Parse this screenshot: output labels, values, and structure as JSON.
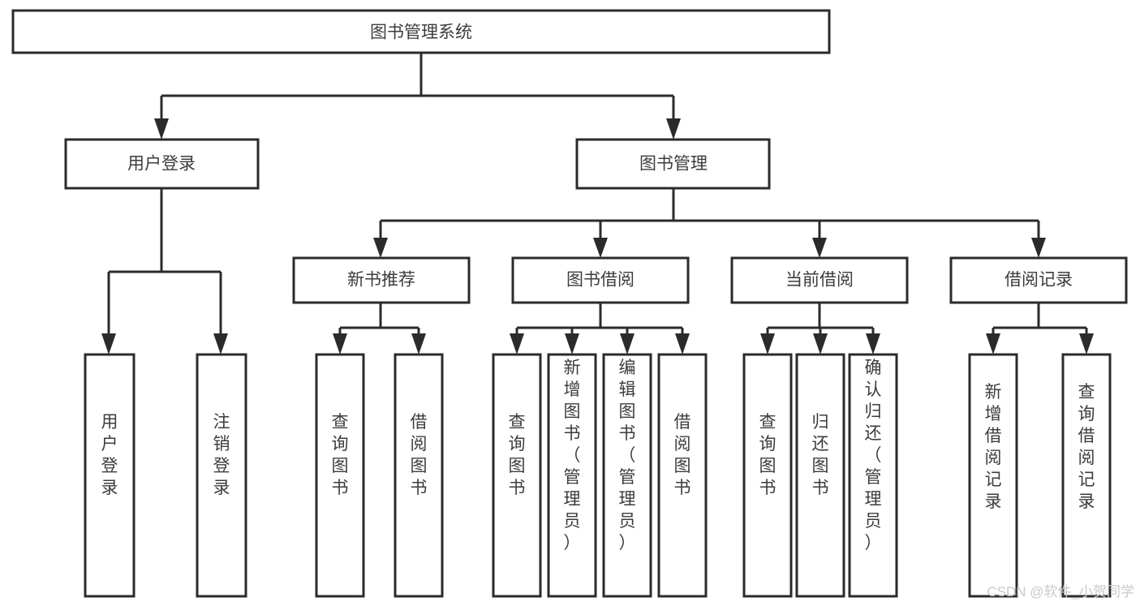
{
  "diagram": {
    "title": "图书管理系统",
    "type": "tree-hierarchy-chart",
    "root": {
      "id": "root",
      "label": "图书管理系统",
      "orientation": "horizontal"
    },
    "level2": [
      {
        "id": "user-login",
        "label": "用户登录",
        "orientation": "horizontal"
      },
      {
        "id": "book-management",
        "label": "图书管理",
        "orientation": "horizontal"
      }
    ],
    "level3": [
      {
        "id": "new-book-recommend",
        "label": "新书推荐",
        "orientation": "horizontal"
      },
      {
        "id": "book-borrow",
        "label": "图书借阅",
        "orientation": "horizontal"
      },
      {
        "id": "current-borrow",
        "label": "当前借阅",
        "orientation": "horizontal"
      },
      {
        "id": "borrow-record",
        "label": "借阅记录",
        "orientation": "horizontal"
      }
    ],
    "leaves": {
      "user-login": [
        {
          "id": "leaf-user-login",
          "label": "用户登录",
          "orientation": "vertical"
        },
        {
          "id": "leaf-logout-login",
          "label": "注销登录",
          "orientation": "vertical"
        }
      ],
      "new-book-recommend": [
        {
          "id": "leaf-query-book-1",
          "label": "查询图书",
          "orientation": "vertical"
        },
        {
          "id": "leaf-borrow-book-1",
          "label": "借阅图书",
          "orientation": "vertical"
        }
      ],
      "book-borrow": [
        {
          "id": "leaf-query-book-2",
          "label": "查询图书",
          "orientation": "vertical"
        },
        {
          "id": "leaf-add-book-admin",
          "label": "新增图书（管理员）",
          "orientation": "vertical"
        },
        {
          "id": "leaf-edit-book-admin",
          "label": "编辑图书（管理员）",
          "orientation": "vertical"
        },
        {
          "id": "leaf-borrow-book-2",
          "label": "借阅图书",
          "orientation": "vertical"
        }
      ],
      "current-borrow": [
        {
          "id": "leaf-query-book-3",
          "label": "查询图书",
          "orientation": "vertical"
        },
        {
          "id": "leaf-return-book",
          "label": "归还图书",
          "orientation": "vertical"
        },
        {
          "id": "leaf-confirm-return-admin",
          "label": "确认归还（管理员）",
          "orientation": "vertical"
        }
      ],
      "borrow-record": [
        {
          "id": "leaf-add-borrow-record",
          "label": "新增借阅记录",
          "orientation": "vertical"
        },
        {
          "id": "leaf-query-borrow-record",
          "label": "查询借阅记录",
          "orientation": "vertical"
        }
      ]
    }
  },
  "colors": {
    "background": "#ffffff",
    "box_fill": "#ffffff",
    "box_stroke": "#2b2b2b",
    "text": "#3c3c3c",
    "connector": "#2b2b2b",
    "watermark": "#c9c9c9"
  },
  "watermark": {
    "text": "CSDN @软件_小贺同学"
  }
}
